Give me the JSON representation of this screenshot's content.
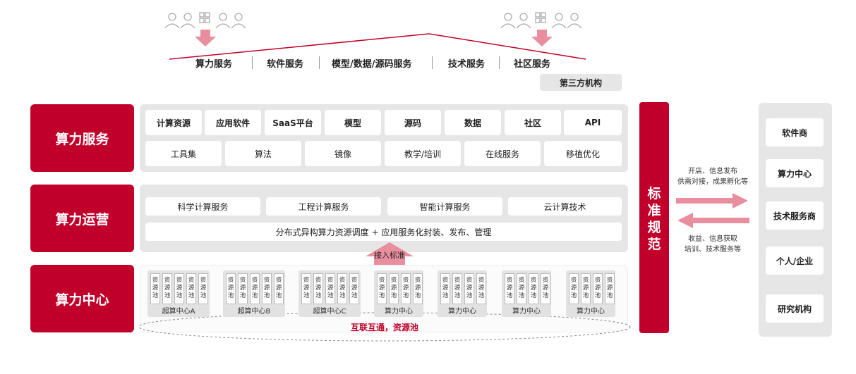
{
  "top_services": [
    "算力服务",
    "软件服务",
    "模型/数据/源码服务",
    "技术服务",
    "社区服务"
  ],
  "third_party": "第三方机构",
  "layers": [
    {
      "label": "算力服务"
    },
    {
      "label": "算力运营"
    },
    {
      "label": "算力中心"
    }
  ],
  "service_row1": [
    "计算资源",
    "应用软件",
    "SaaS平台",
    "模型",
    "源码",
    "数据",
    "社区",
    "API"
  ],
  "service_row2": [
    "工具集",
    "算法",
    "镜像",
    "教学/培训",
    "在线服务",
    "移植优化"
  ],
  "ops_row1": [
    "科学计算服务",
    "工程计算服务",
    "智能计算服务",
    "云计算技术"
  ],
  "ops_row2": "分布式异构算力资源调度 + 应用服务化封装、发布、管理",
  "access_standard": "接入标准",
  "pool_text": "资源池",
  "centers": [
    "超算中心A",
    "超算中心B",
    "超算中心C",
    "算力中心",
    "算力中心",
    "算力中心",
    "算力中心"
  ],
  "interconnect": "互联互通，资源池",
  "standard": "标准规范",
  "arrow_right_notes": [
    "开店、信息发布",
    "供需对接，成果孵化等"
  ],
  "arrow_left_notes": [
    "收益、信息获取",
    "培训、技术服务等"
  ],
  "right_entities": [
    "软件商",
    "算力中心",
    "技术服务商",
    "个人/企业",
    "研究机构"
  ],
  "colors": {
    "brand_red": "#c0002a",
    "panel_gray": "#e6e6e6",
    "arrow_pink": "#e88e9e"
  }
}
